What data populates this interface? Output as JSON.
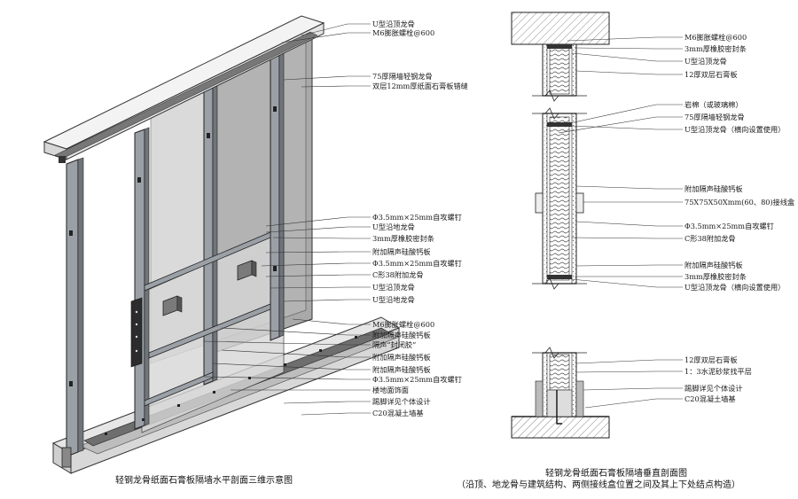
{
  "left_diagram": {
    "caption": "轻钢龙骨纸面石膏板隔墙水平剖面三维示意图",
    "callouts": [
      "U型沿顶龙骨",
      "M6膨胀螺栓@600",
      "75厚隔墙轻钢龙骨",
      "双层12mm厚纸面石膏板错缝",
      "Φ3.5mm×25mm自攻螺钉",
      "U型沿地龙骨",
      "3mm厚橡胶密封条",
      "附加隔声硅酸钙板",
      "Φ3.5mm×25mm自攻螺钉",
      "C形38附加龙骨",
      "U型沿顶龙骨",
      "U型沿地龙骨",
      "M6膨胀螺栓@600",
      "附加隔声硅酸钙板",
      "隔声“封闭胶”",
      "附加隔声硅酸钙板",
      "附加隔声硅酸钙板",
      "Φ3.5mm×25mm自攻螺钉",
      "楼地面饰面",
      "踢脚详见个体设计",
      "C20混凝土墙基"
    ]
  },
  "right_diagram": {
    "caption_line1": "轻钢龙骨纸面石膏板隔墙垂直剖面图",
    "caption_line2": "（沿顶、地龙骨与建筑结构、两侧接线盒位置之间及其上下处结点构造）",
    "callouts": [
      "M6膨胀螺栓@600",
      "3mm厚橡胶密封条",
      "U型沿顶龙骨",
      "12厚双层石膏板",
      "岩棉（或玻璃棉）",
      "75厚隔墙轻钢龙骨",
      "U型沿顶龙骨（横向设置使用）",
      "附加隔声硅酸钙板",
      "75X75X50Xmm(60、80)接线盒",
      "Φ3.5mm×25mm自攻螺钉",
      "C形38附加龙骨",
      "附加隔声硅酸钙板",
      "3mm厚橡胶密封条",
      "U型沿顶龙骨（横向设置使用）",
      "12厚双层石膏板",
      "1：3水泥砂浆找平层",
      "踢脚详见个体设计",
      "C20混凝土墙基"
    ]
  }
}
